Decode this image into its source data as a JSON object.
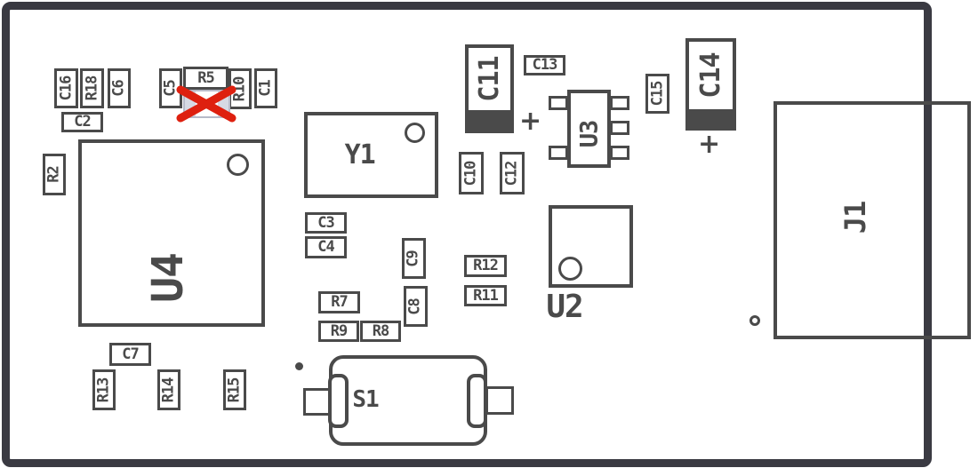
{
  "board": {
    "type": "pcb-component-placement-diagram",
    "colors": {
      "outline": "#4a4a4a",
      "board_border": "#3a3a42",
      "error_mark": "#de200f",
      "ghost_outline": "#b7bac8",
      "ghost_fill": "#d6d9e3",
      "background": "#ffffff"
    },
    "icons": {
      "error_cross": "red-x-over-unplaced-footprint",
      "pin1_markers": "circle",
      "polarity_markers": "plus-sign"
    },
    "labels": {
      "c1": "C1",
      "c2": "C2",
      "c3": "C3",
      "c4": "C4",
      "c5": "C5",
      "c6": "C6",
      "c7": "C7",
      "c8": "C8",
      "c9": "C9",
      "c10": "C10",
      "c11": "C11",
      "c12": "C12",
      "c13": "C13",
      "c14": "C14",
      "c15": "C15",
      "c16": "C16",
      "r2": "R2",
      "r5": "R5",
      "r7": "R7",
      "r8": "R8",
      "r9": "R9",
      "r10": "R10",
      "r11": "R11",
      "r12": "R12",
      "r13": "R13",
      "r14": "R14",
      "r15": "R15",
      "r18": "R18",
      "u2": "U2",
      "u3": "U3",
      "u4": "U4",
      "y1": "Y1",
      "j1": "J1",
      "s1": "S1",
      "plus_c11": "+",
      "plus_c14": "+"
    }
  }
}
